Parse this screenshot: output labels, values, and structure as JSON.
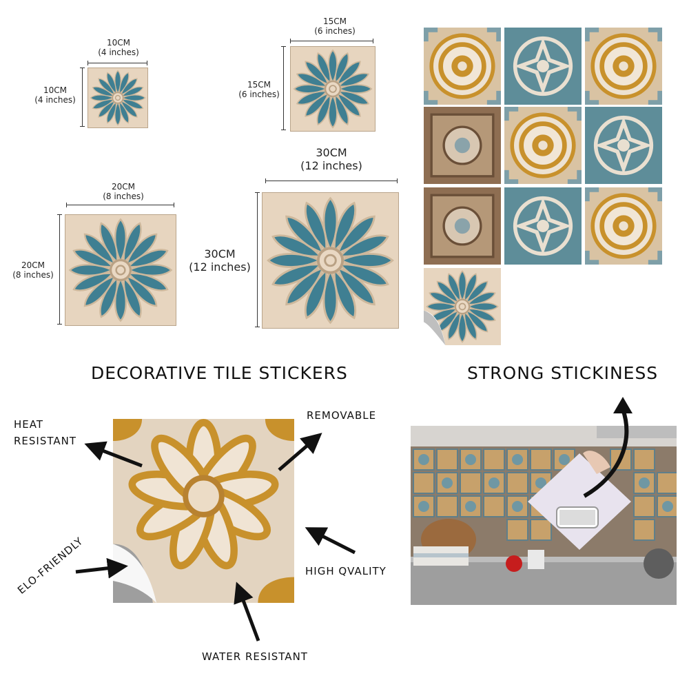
{
  "sizes": {
    "s10": {
      "cm": "10CM",
      "in": "(4 inches)"
    },
    "s15": {
      "cm": "15CM",
      "in": "(6 inches)"
    },
    "s20": {
      "cm": "20CM",
      "in": "(8 inches)"
    },
    "s30": {
      "cm": "30CM",
      "in": "(12 inches)"
    }
  },
  "headings": {
    "left": "DECORATIVE TILE STICKERS",
    "right": "STRONG STICKINESS"
  },
  "features": {
    "heat_1": "HEAT",
    "heat_2": "RESISTANT",
    "removable": "REMOVABLE",
    "eco": "ELO-FRIENDLY",
    "quality": "HIGH QVALITY",
    "water": "WATER RESISTANT"
  },
  "colors": {
    "tile_beige": "#e6d3bc",
    "petal_blue": "#3f7f92",
    "mustard": "#c8912c",
    "wood": "#8a6a4c"
  }
}
